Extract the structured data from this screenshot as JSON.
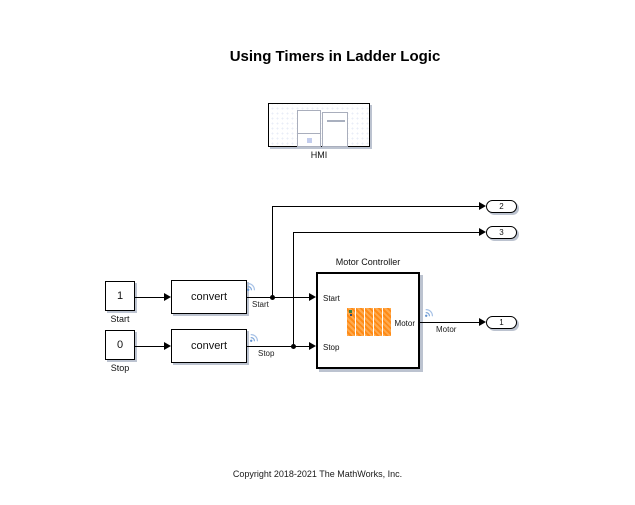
{
  "annotations": {
    "title": "Using Timers in Ladder Logic",
    "copyright": "Copyright 2018-2021 The MathWorks, Inc."
  },
  "blocks": {
    "hmi": {
      "label": "HMI"
    },
    "constant_start": {
      "value": "1",
      "label": "Start"
    },
    "constant_stop": {
      "value": "0",
      "label": "Stop"
    },
    "convert_start": {
      "label": "convert"
    },
    "convert_stop": {
      "label": "convert"
    },
    "motor_controller": {
      "label": "Motor Controller",
      "ports": {
        "start": "Start",
        "stop": "Stop",
        "motor": "Motor"
      }
    }
  },
  "outports": {
    "motor": "1",
    "start": "2",
    "stop": "3"
  },
  "signal_labels": {
    "start": "Start",
    "stop": "Stop",
    "motor": "Motor"
  },
  "icons": {
    "wireless": "wireless-signal-icon"
  },
  "colors": {
    "wire": "#000000",
    "block_border": "#000000",
    "block_fill": "#ffffff",
    "shadow": "#bcc3d0",
    "plc_orange": "#ff8b17",
    "plc_orange_light": "#ffaa4d",
    "wifi_blue": "#85abdb"
  }
}
